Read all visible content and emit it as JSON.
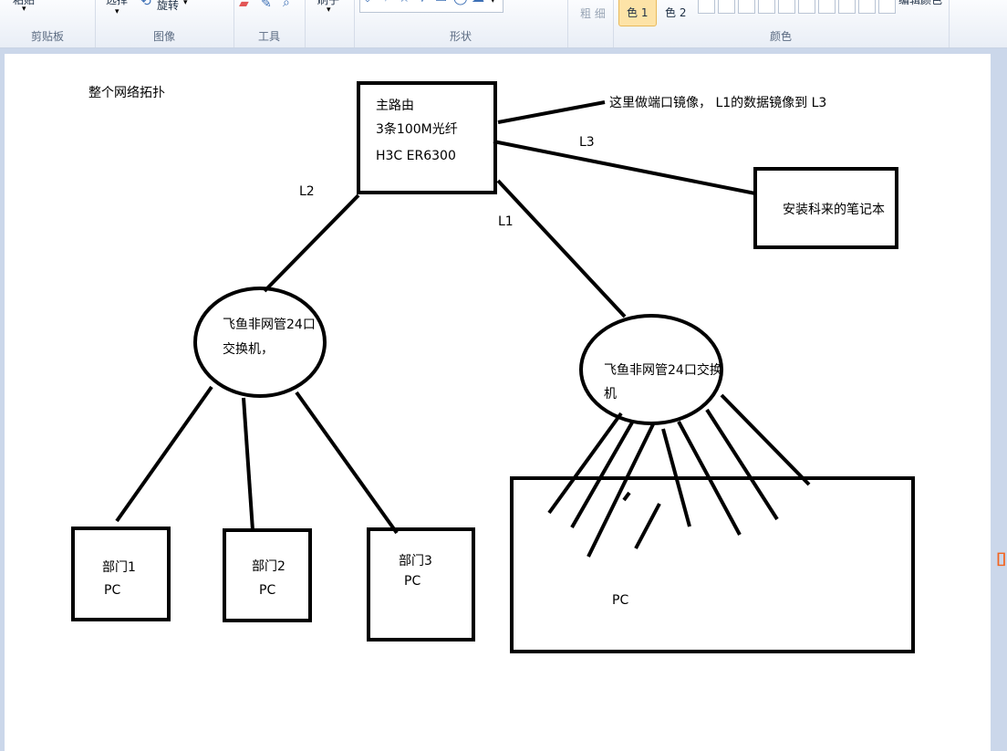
{
  "ribbon": {
    "groups": {
      "clipboard": "剪贴板",
      "image": "图像",
      "tools": "工具",
      "shapes": "形状",
      "colors": "颜色"
    },
    "paste_label": "粘贴",
    "select_label": "选择",
    "rotate_label": "旋转",
    "brushes_label": "刷子",
    "size_label": "粗\n细",
    "color1_label": "色 1",
    "color2_label": "色 2",
    "edit_colors_label": "编辑颜色"
  },
  "canvas": {
    "title": "整个网络拓扑",
    "router": {
      "line1": "主路由",
      "line2": "3条100M光纤",
      "line3": "H3C  ER6300"
    },
    "mirror_note": "这里做端口镜像， L1的数据镜像到 L3",
    "labels": {
      "l1": "L1",
      "l2": "L2",
      "l3": "L3"
    },
    "laptop": "安装科来的笔记本",
    "switch_left": {
      "line1": "飞鱼非网管24口",
      "line2": "交换机，"
    },
    "switch_right": {
      "line1": "飞鱼非网管24口交换",
      "line2": "机"
    },
    "dept1": {
      "name": "部门1",
      "pc": "PC"
    },
    "dept2": {
      "name": "部门2",
      "pc": "PC"
    },
    "dept3": {
      "name": "部门3",
      "pc": "PC"
    },
    "pc_group": "PC"
  },
  "colors": {
    "ribbon_bg": "#e9eef6",
    "canvas_bg": "#cbd7ea",
    "selected_color": "#fde3a7"
  }
}
